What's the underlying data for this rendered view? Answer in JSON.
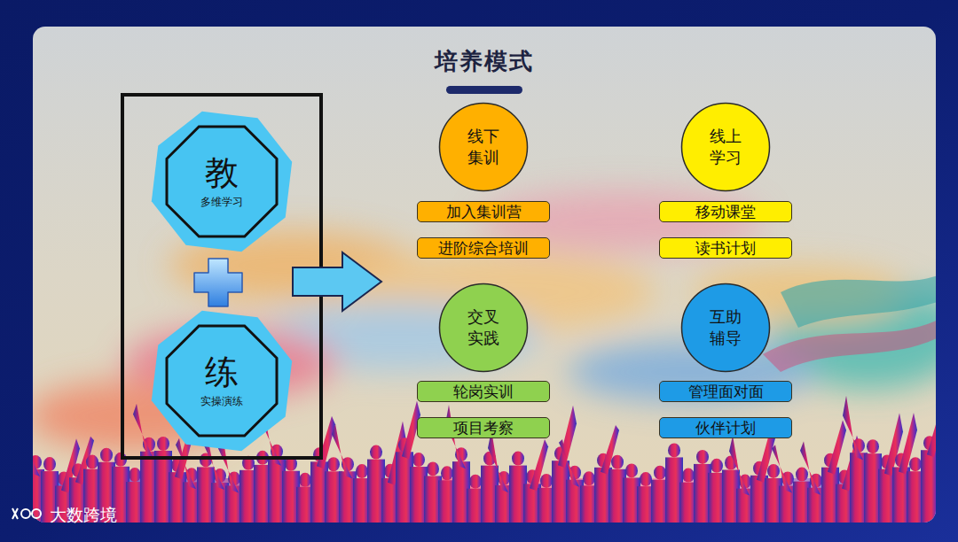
{
  "diagram": {
    "title": "培养模式",
    "nodes": [
      {
        "text": [
          "教",
          "多维学习"
        ]
      },
      {
        "text": [
          "练",
          "实操演练"
        ]
      },
      {
        "text": [
          "线下 集训"
        ]
      },
      {
        "text": [
          "加入集训营"
        ]
      },
      {
        "text": [
          "进阶综合培训"
        ]
      },
      {
        "text": [
          "线上 学习"
        ]
      },
      {
        "text": [
          "移动课堂"
        ]
      },
      {
        "text": [
          "读书计划"
        ]
      },
      {
        "text": [
          "交叉 实践"
        ]
      },
      {
        "text": [
          "轮岗实训"
        ]
      },
      {
        "text": [
          "项目考察"
        ]
      },
      {
        "text": [
          "互助 辅导"
        ]
      },
      {
        "text": [
          "管理面对面"
        ]
      },
      {
        "text": [
          "伙伴计划"
        ]
      }
    ],
    "labels": [
      "大数跨境"
    ]
  }
}
